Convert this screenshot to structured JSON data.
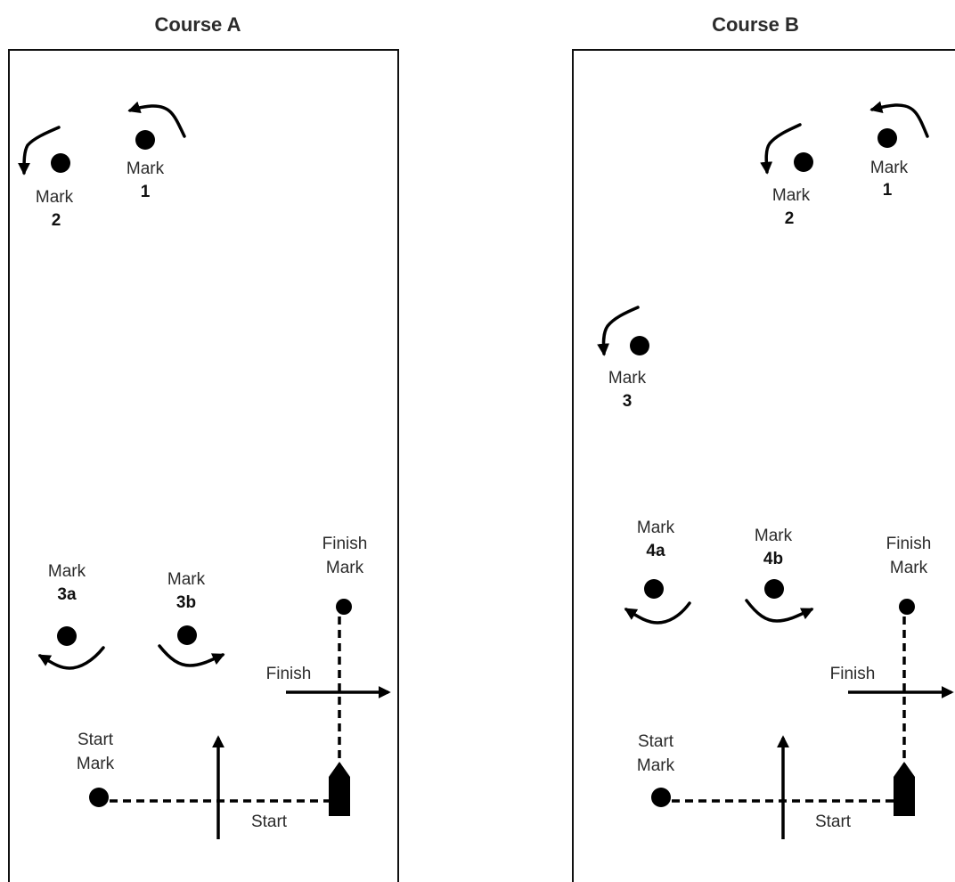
{
  "courseA": {
    "title": "Course A",
    "mark1": {
      "label": "Mark",
      "num": "1"
    },
    "mark2": {
      "label": "Mark",
      "num": "2"
    },
    "mark3a": {
      "label": "Mark",
      "num": "3a"
    },
    "mark3b": {
      "label": "Mark",
      "num": "3b"
    },
    "finishMark": {
      "line1": "Finish",
      "line2": "Mark"
    },
    "finish": "Finish",
    "startMark": {
      "line1": "Start",
      "line2": "Mark"
    },
    "start": "Start"
  },
  "courseB": {
    "title": "Course B",
    "mark1": {
      "label": "Mark",
      "num": "1"
    },
    "mark2": {
      "label": "Mark",
      "num": "2"
    },
    "mark3": {
      "label": "Mark",
      "num": "3"
    },
    "mark4a": {
      "label": "Mark",
      "num": "4a"
    },
    "mark4b": {
      "label": "Mark",
      "num": "4b"
    },
    "finishMark": {
      "line1": "Finish",
      "line2": "Mark"
    },
    "finish": "Finish",
    "startMark": {
      "line1": "Start",
      "line2": "Mark"
    },
    "start": "Start"
  }
}
